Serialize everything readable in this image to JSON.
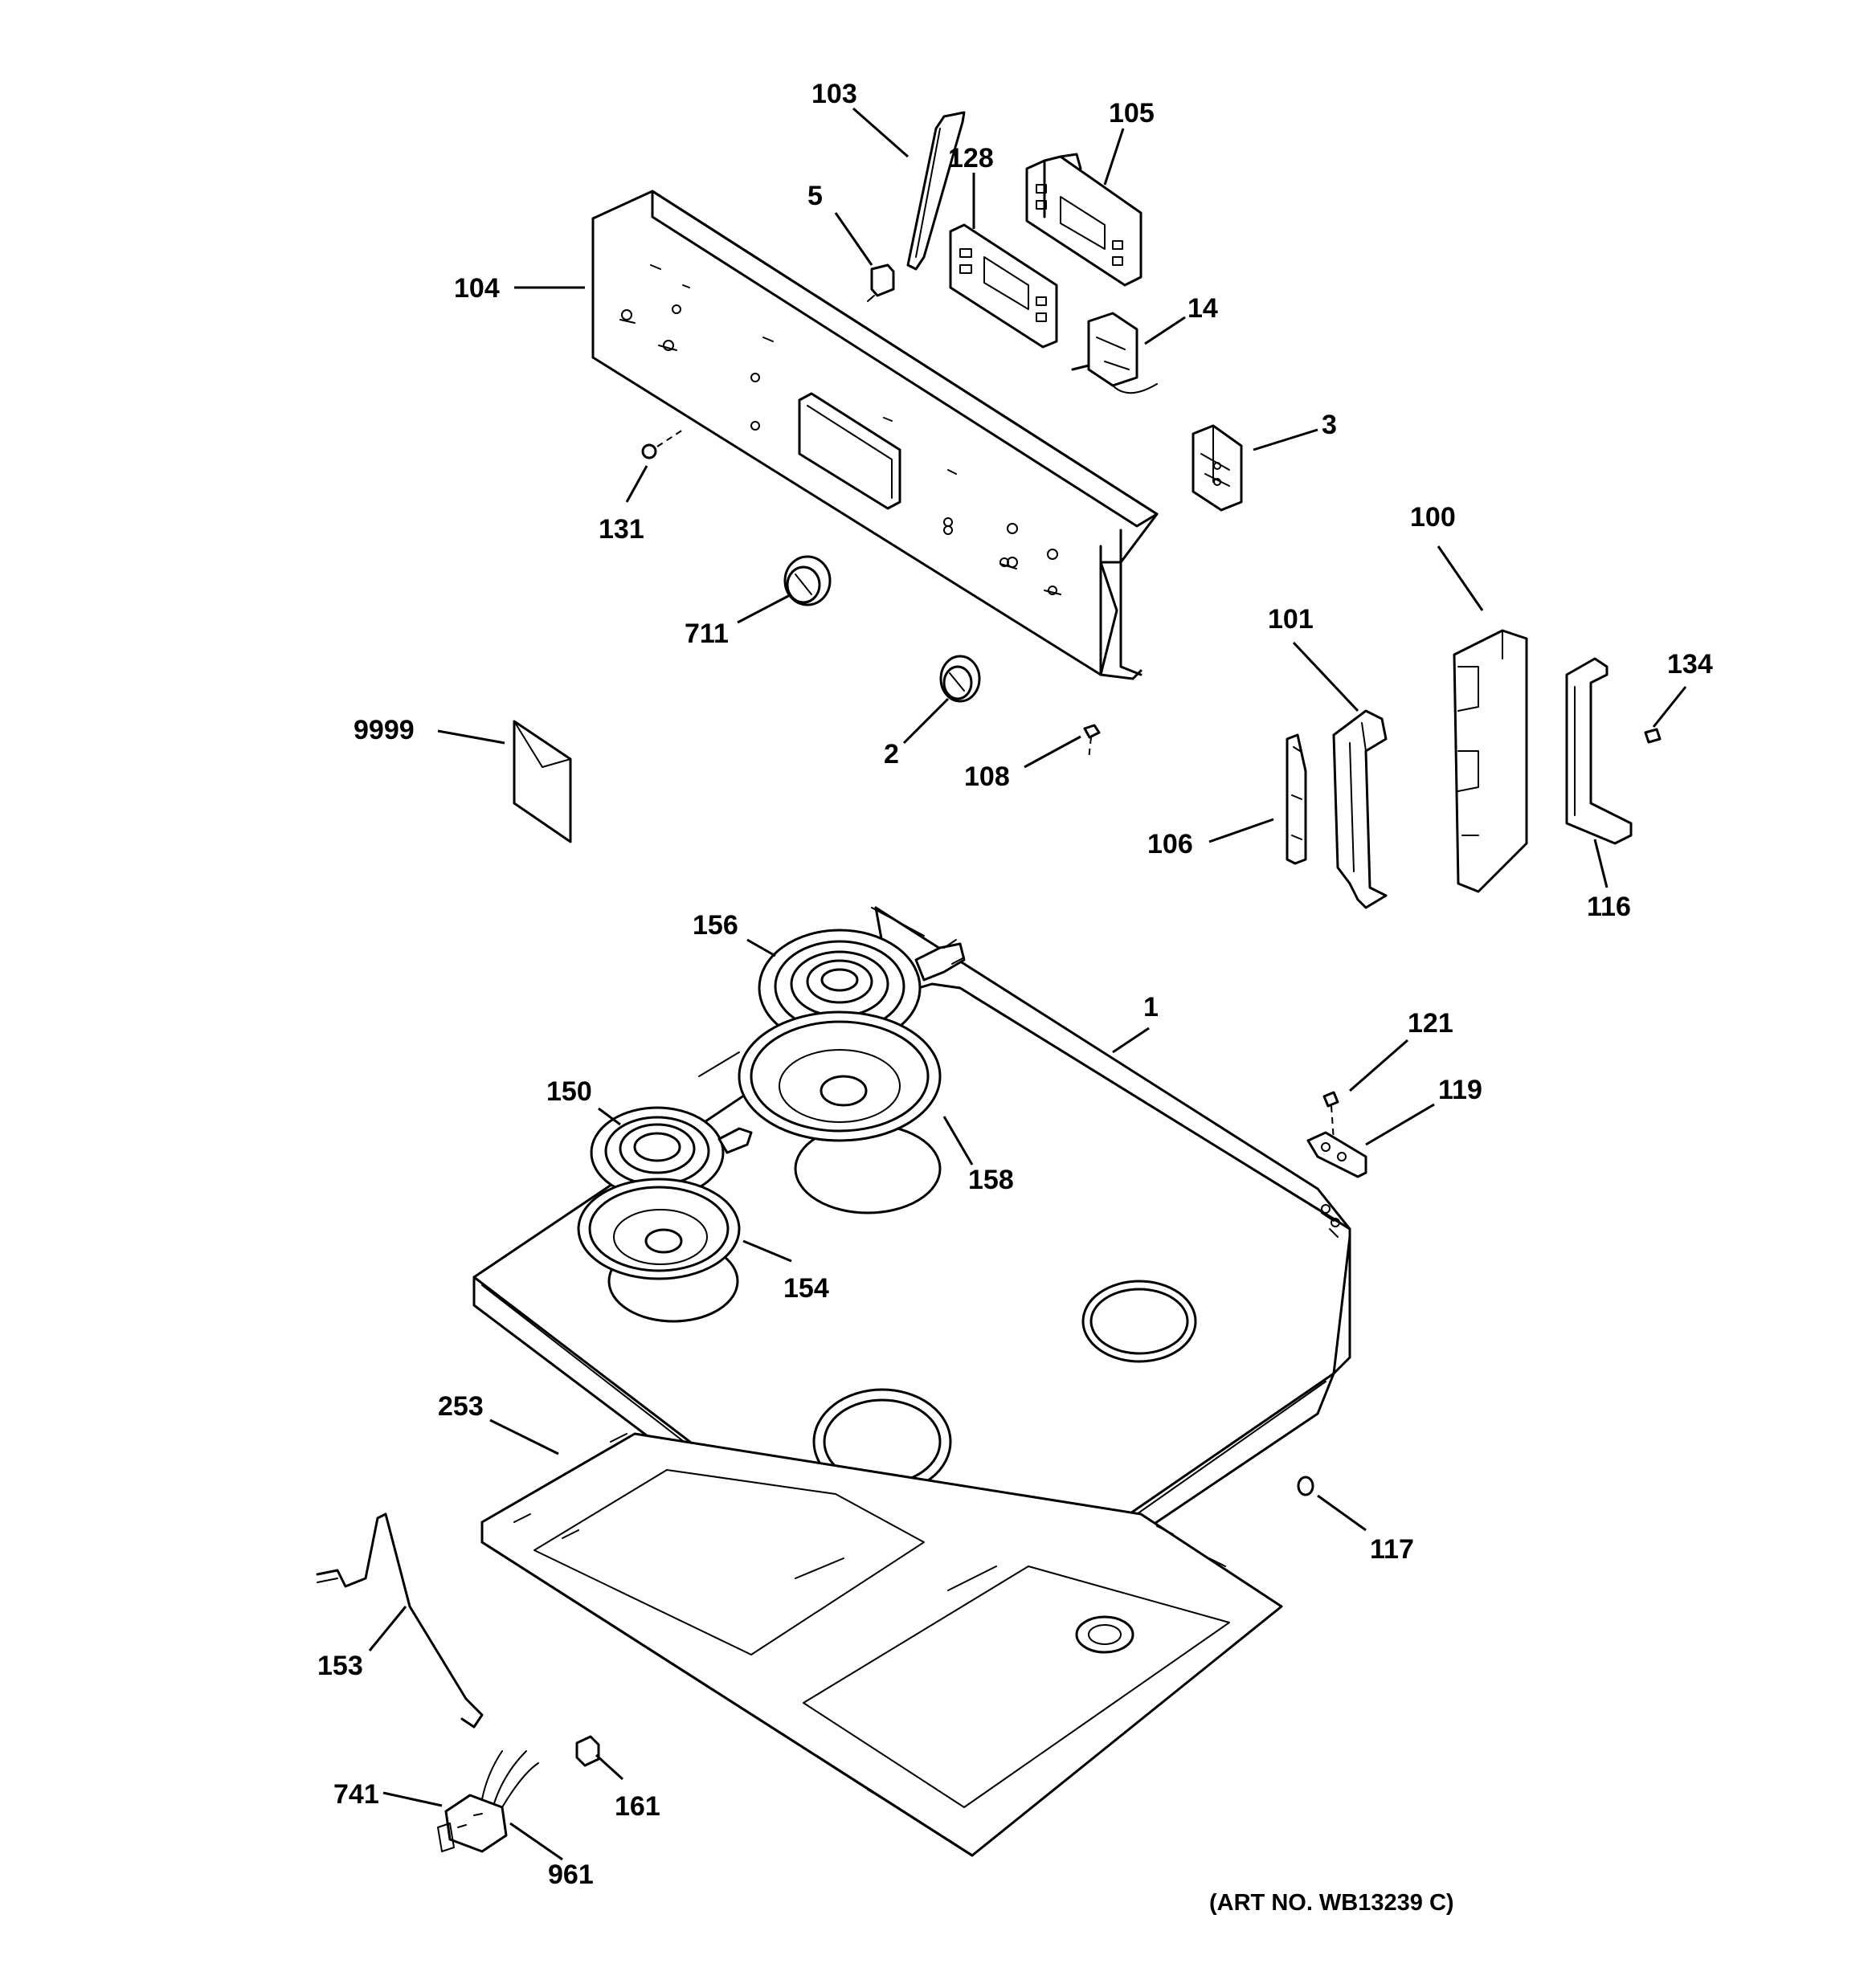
{
  "diagram": {
    "art_number": "(ART NO. WB13239 C)",
    "callouts": [
      {
        "id": "103",
        "label": "103"
      },
      {
        "id": "105",
        "label": "105"
      },
      {
        "id": "128",
        "label": "128"
      },
      {
        "id": "5",
        "label": "5"
      },
      {
        "id": "104",
        "label": "104"
      },
      {
        "id": "14",
        "label": "14"
      },
      {
        "id": "3",
        "label": "3"
      },
      {
        "id": "131",
        "label": "131"
      },
      {
        "id": "100",
        "label": "100"
      },
      {
        "id": "101",
        "label": "101"
      },
      {
        "id": "711",
        "label": "711"
      },
      {
        "id": "134",
        "label": "134"
      },
      {
        "id": "9999",
        "label": "9999"
      },
      {
        "id": "2",
        "label": "2"
      },
      {
        "id": "108",
        "label": "108"
      },
      {
        "id": "106",
        "label": "106"
      },
      {
        "id": "116",
        "label": "116"
      },
      {
        "id": "156",
        "label": "156"
      },
      {
        "id": "1",
        "label": "1"
      },
      {
        "id": "121",
        "label": "121"
      },
      {
        "id": "150",
        "label": "150"
      },
      {
        "id": "119",
        "label": "119"
      },
      {
        "id": "158",
        "label": "158"
      },
      {
        "id": "154",
        "label": "154"
      },
      {
        "id": "253",
        "label": "253"
      },
      {
        "id": "117",
        "label": "117"
      },
      {
        "id": "153",
        "label": "153"
      },
      {
        "id": "741",
        "label": "741"
      },
      {
        "id": "161",
        "label": "161"
      },
      {
        "id": "961",
        "label": "961"
      }
    ]
  }
}
